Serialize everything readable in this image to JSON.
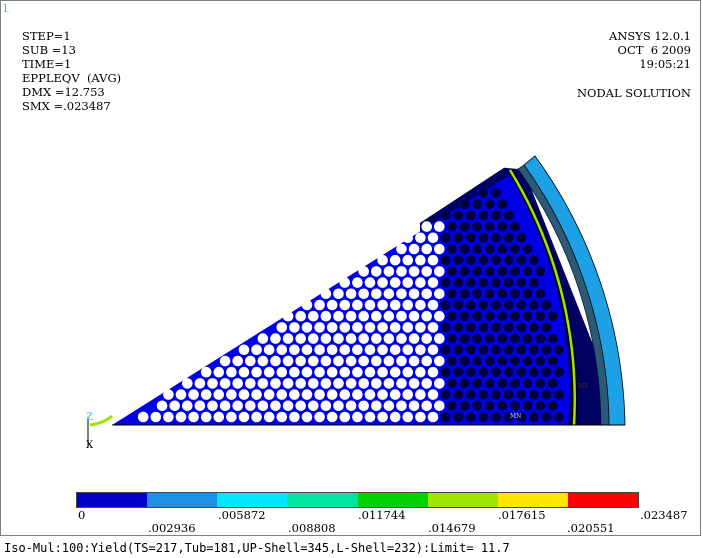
{
  "window_number": "1",
  "info": {
    "step": "STEP=1",
    "sub": "SUB =13",
    "time": "TIME=1",
    "quantity": "EPPLEQV  (AVG)",
    "dmx": "DMX =12.753",
    "smx": "SMX =.023487"
  },
  "version": {
    "product": "ANSYS 12.0.1",
    "date": "OCT  6 2009",
    "time": "19:05:21"
  },
  "solution_type": "NODAL SOLUTION",
  "axes": {
    "z": "Z",
    "x": "X"
  },
  "markers": {
    "mx": "MX",
    "mn": "MN"
  },
  "legend": {
    "colors": [
      "#0000c8",
      "#1e90e6",
      "#00e6ff",
      "#00e6a0",
      "#00d200",
      "#a0e600",
      "#ffe600",
      "#ff0000"
    ],
    "bottom_labels": [
      "0",
      ".002936",
      ".008808",
      ".014679",
      ".020551"
    ],
    "top_labels": [
      ".005872",
      ".011744",
      ".017615",
      ".023487"
    ]
  },
  "footer": "Iso-Mul:100:Yield(TS=217,Tub=181,UP-Shell=345,L-Shell=232):Limit= 11.7",
  "colors": {
    "core_blue": "#0000e6",
    "dark_navy": "#000060",
    "hole_navy": "#000040",
    "band_green": "#a0e600",
    "shell_blue": "#1ea0e6",
    "shell_steel": "#2a5a78",
    "axis_green": "#9be600"
  }
}
